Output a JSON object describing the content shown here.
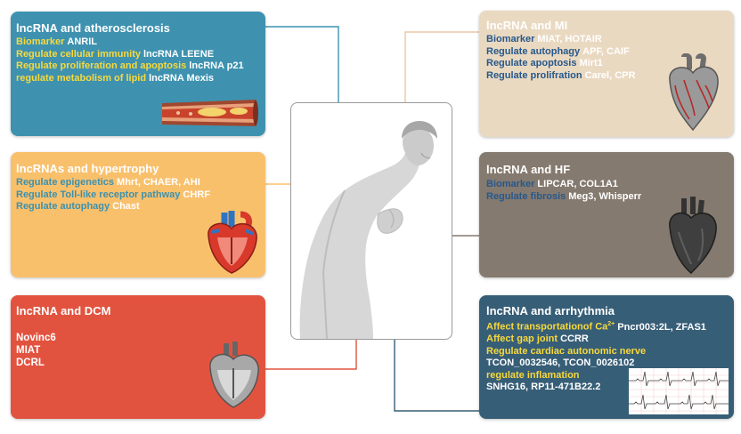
{
  "colors": {
    "atherosclerosis": "#3e92b0",
    "mi": "#ead9c1",
    "hypertrophy": "#f9c06c",
    "hf": "#857a6f",
    "dcm": "#e2533f",
    "arrhythmia": "#375e77",
    "yellow_text": "#f7d93d",
    "blue_text": "#26588c",
    "teal_text": "#3d91ad"
  },
  "atherosclerosis": {
    "title": "lncRNA and atherosclerosis",
    "items": [
      {
        "k": "Biomarker",
        "v": "ANRIL"
      },
      {
        "k": "Regulate cellular immunity",
        "v": "lncRNA LEENE"
      },
      {
        "k": "Regulate proliferation and apoptosis",
        "v": "lncRNA p21"
      },
      {
        "k": "regulate metabolism of lipid",
        "v": "lncRNA Mexis"
      }
    ],
    "icon": "artery-plaque-icon"
  },
  "mi": {
    "title": "lncRNA and MI",
    "items": [
      {
        "k": "Biomarker",
        "v": "MIAT, HOTAIR"
      },
      {
        "k": "Regulate autophagy",
        "v": "APF, CAIF"
      },
      {
        "k": "Regulate  apoptosis",
        "v": "Mirt1"
      },
      {
        "k": "Regulate prolifration",
        "v": "Carel, CPR"
      }
    ],
    "icon": "infarcted-heart-icon"
  },
  "hypertrophy": {
    "title": "lncRNAs and hypertrophy",
    "items": [
      {
        "k": "Regulate epigenetics",
        "v": "Mhrt, CHAER, AHI"
      },
      {
        "k": "Regulate Toll-like receptor pathway",
        "v": "CHRF"
      },
      {
        "k": "Regulate autophagy",
        "v": "Chast"
      }
    ],
    "icon": "hypertrophic-heart-icon"
  },
  "hf": {
    "title": "lncRNA and HF",
    "items": [
      {
        "k": "Biomarker",
        "v": "LIPCAR, COL1A1"
      },
      {
        "k": "Regulate fibrosis",
        "v": "Meg3, Whisperr"
      }
    ],
    "icon": "failing-heart-icon"
  },
  "dcm": {
    "title": "lncRNA and DCM",
    "items": [
      "Novinc6",
      "MIAT",
      "DCRL"
    ],
    "icon": "dilated-heart-icon"
  },
  "arrhythmia": {
    "title": "lncRNA and arrhythmia",
    "k1": "Affect transportationof Ca",
    "k1_sup": "2+",
    "v1": "Pncr003:2L, ZFAS1",
    "k2": "Affect gap joint",
    "v2": "CCRR",
    "k3": "Regulate cardiac autonomic nerve",
    "v3": "TCON_0032546, TCON_0026102",
    "k4": "regulate inflamation",
    "v4": "SNHG16, RP11-471B22.2",
    "icon": "ecg-strip-icon"
  },
  "center": {
    "icon": "patient-chest-pain-icon"
  }
}
